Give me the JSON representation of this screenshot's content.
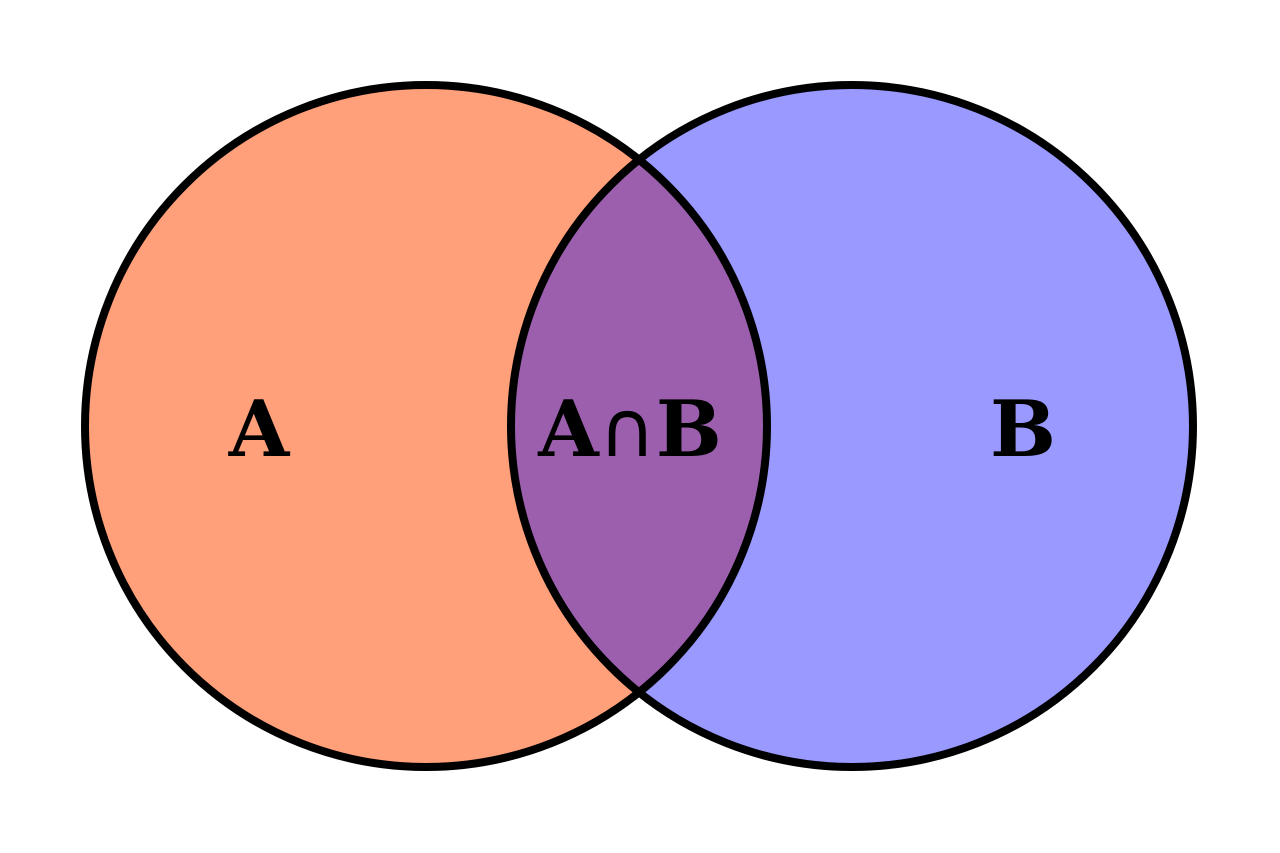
{
  "diagram": {
    "type": "venn",
    "sets": [
      {
        "label": "A",
        "color": "#ffa07a"
      },
      {
        "label": "B",
        "color": "#9999ff"
      }
    ],
    "intersection": {
      "label_left": "A",
      "operator": "∩",
      "label_right": "B",
      "color": "#9b5fae"
    },
    "stroke_color": "#000000"
  }
}
